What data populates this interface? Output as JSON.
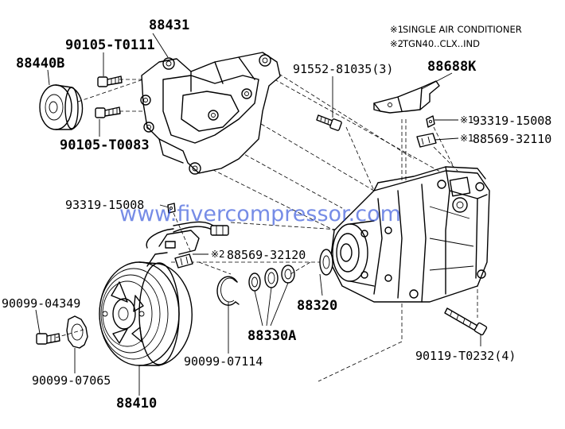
{
  "notes": [
    {
      "marker": "※1",
      "text": "SINGLE AIR CONDITIONER"
    },
    {
      "marker": "※2",
      "text": "TGN40..CLX..IND"
    }
  ],
  "watermark": "www.fivercompressor.com",
  "parts": [
    {
      "key": "p88431",
      "number": "88431"
    },
    {
      "key": "p90105_T0111",
      "number": "90105-T0111"
    },
    {
      "key": "p88440B",
      "number": "88440B"
    },
    {
      "key": "p90105_T0083",
      "number": "90105-T0083"
    },
    {
      "key": "p91552_81035",
      "number": "91552-81035(3)"
    },
    {
      "key": "p88688K",
      "number": "88688K"
    },
    {
      "key": "p93319_15008_a",
      "number": "93319-15008",
      "marker": "※1"
    },
    {
      "key": "p88569_32110",
      "number": "88569-32110",
      "marker": "※1"
    },
    {
      "key": "p93319_15008_b",
      "number": "93319-15008"
    },
    {
      "key": "p88569_32120",
      "number": "88569-32120",
      "marker": "※2"
    },
    {
      "key": "p90099_04349",
      "number": "90099-04349"
    },
    {
      "key": "p88320",
      "number": "88320"
    },
    {
      "key": "p88330A",
      "number": "88330A"
    },
    {
      "key": "p90099_07114",
      "number": "90099-07114"
    },
    {
      "key": "p90119_T0232",
      "number": "90119-T0232(4)"
    },
    {
      "key": "p90099_07065",
      "number": "90099-07065"
    },
    {
      "key": "p88410",
      "number": "88410"
    }
  ],
  "labels": {
    "p88431": "88431",
    "p90105_T0111": "90105-T0111",
    "p88440B": "88440B",
    "p90105_T0083": "90105-T0083",
    "p91552_81035": "91552-81035(3)",
    "p88688K": "88688K",
    "p93319_15008_a": "93319-15008",
    "p88569_32110": "88569-32110",
    "p93319_15008_b": "93319-15008",
    "p88569_32120": "88569-32120",
    "p90099_04349": "90099-04349",
    "p88320": "88320",
    "p88330A": "88330A",
    "p90099_07114": "90099-07114",
    "p90119_T0232": "90119-T0232(4)",
    "p90099_07065": "90099-07065",
    "p88410": "88410"
  },
  "markers": {
    "note1": "※1",
    "note2": "※2",
    "m93319": "※1",
    "m88569_32110": "※1",
    "m88569_32120": "※2"
  },
  "note_text": {
    "note1": "SINGLE AIR CONDITIONER",
    "note2": "TGN40..CLX..IND"
  },
  "colors": {
    "watermark": "#1a3fd6",
    "line": "#000000",
    "background": "#ffffff"
  }
}
